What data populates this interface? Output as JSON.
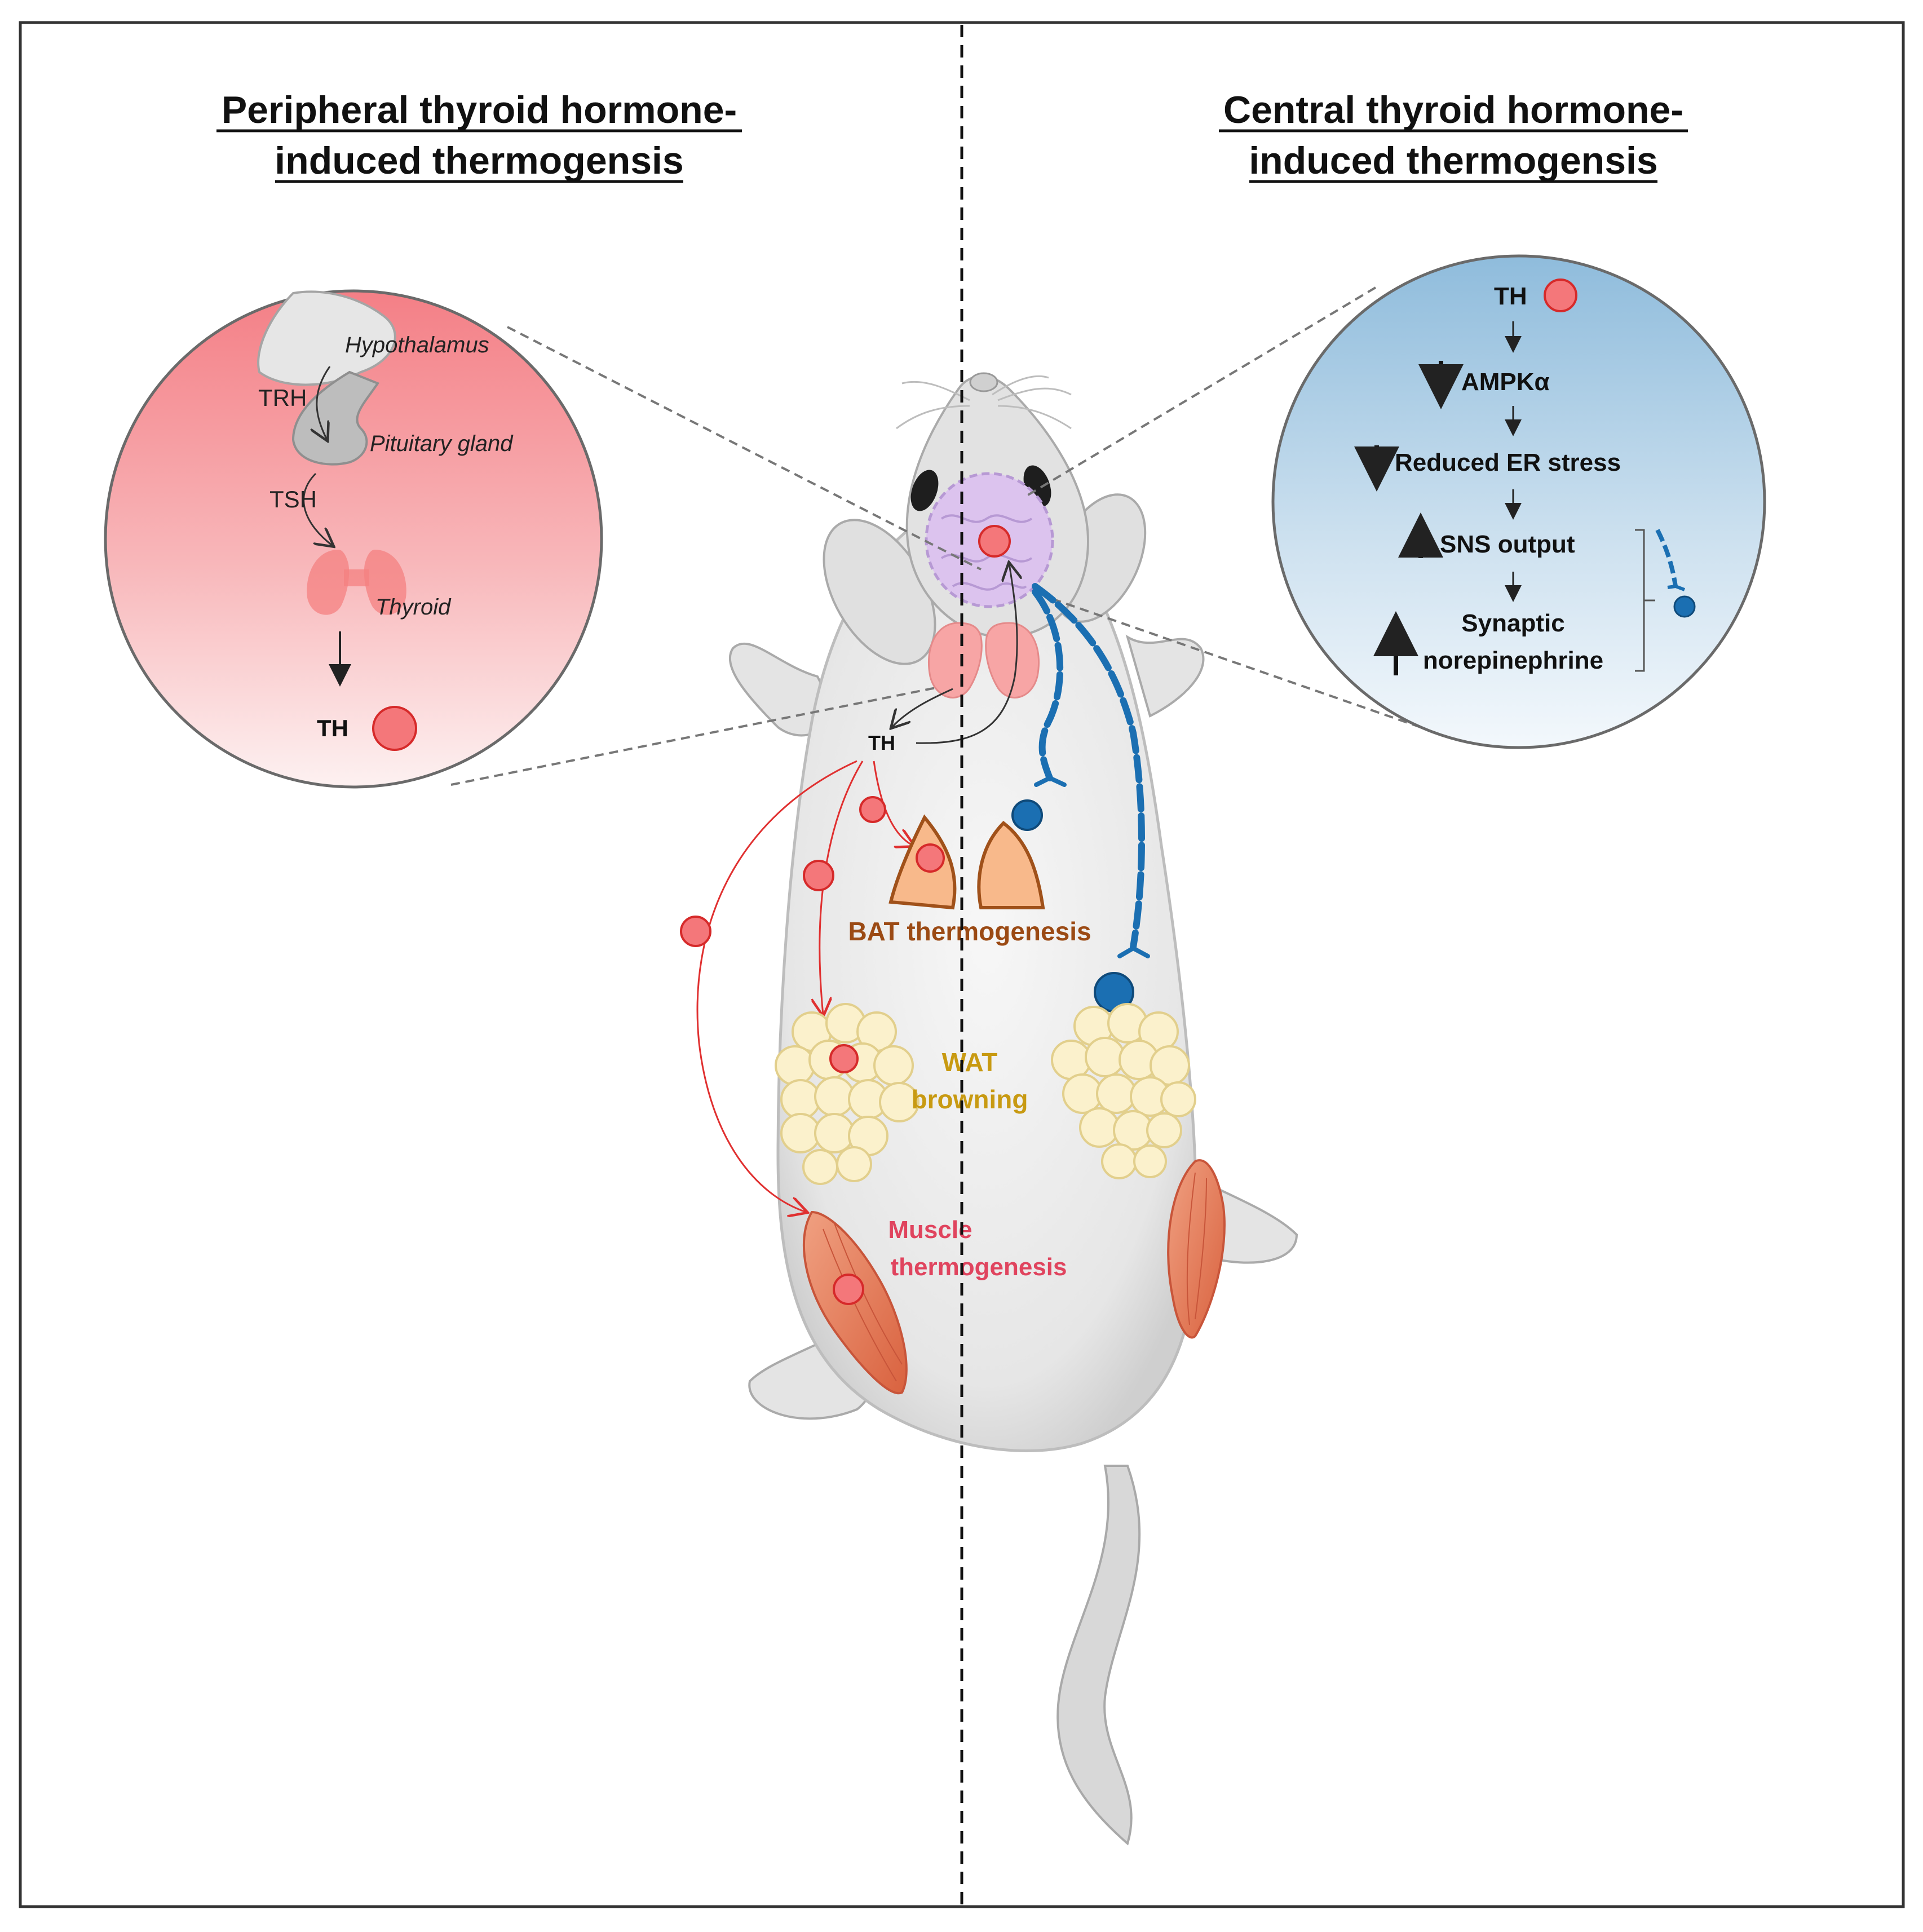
{
  "left_panel": {
    "title_line1": "Peripheral thyroid hormone-",
    "title_line2": "induced thermogensis",
    "inset": {
      "hypothalamus": "Hypothalamus",
      "trh": "TRH",
      "pituitary": "Pituitary gland",
      "tsh": "TSH",
      "thyroid": "Thyroid",
      "th": "TH"
    }
  },
  "right_panel": {
    "title_line1": "Central thyroid hormone-",
    "title_line2": "induced thermogensis",
    "inset": {
      "th": "TH",
      "ampk": "AMPKα",
      "er_stress": "Reduced ER stress",
      "sns": "SNS output",
      "synaptic_line1": "Synaptic",
      "synaptic_line2": "norepinephrine"
    }
  },
  "body_labels": {
    "th": "TH",
    "bat": "BAT thermogenesis",
    "wat_line1": "WAT",
    "wat_line2": "browning",
    "muscle_line1": "Muscle",
    "muscle_line2": "thermogenesis"
  },
  "colors": {
    "hormone_fill": "#f4777a",
    "hormone_stroke": "#d62a2a",
    "nerve_blue": "#1b6fb2",
    "bat_fill": "#f8b98b",
    "bat_stroke": "#a0511a",
    "bat_text": "#9b4a14",
    "wat_text": "#c89a12",
    "muscle_text": "#e0445e",
    "muscle_fill": "#e8866a"
  }
}
